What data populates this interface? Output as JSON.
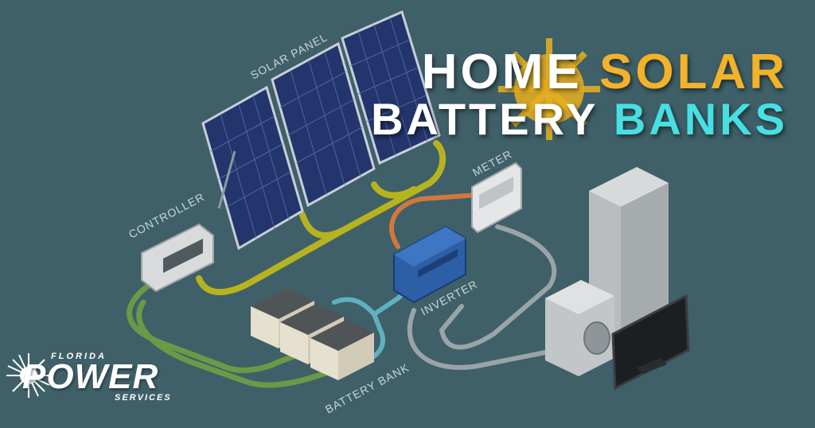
{
  "headline": {
    "line1": [
      {
        "text": "HOME",
        "color": "#ffffff"
      },
      {
        "text": "SOLAR",
        "color": "#f3b22b"
      }
    ],
    "line2": [
      {
        "text": "BATTERY",
        "color": "#ffffff"
      },
      {
        "text": "BANKS",
        "color": "#48dfe3"
      }
    ]
  },
  "labels": {
    "solar_panel": "SOLAR PANEL",
    "controller": "CONTROLLER",
    "meter": "METER",
    "inverter": "INVERTER",
    "battery_bank": "BATTERY BANK"
  },
  "logo": {
    "top": "FLORIDA",
    "main": "POWER",
    "sub": "SERVICES"
  },
  "colors": {
    "background": "#3f6068",
    "panel_cable": "#b7b21f",
    "battery_cable": "#5fb0c0",
    "ground_cable": "#6a9a46",
    "ac_cable": "#d1783c",
    "load_cable": "#9aa4a8",
    "inverter": "#2c5fa6",
    "sun": "#e8b020"
  }
}
